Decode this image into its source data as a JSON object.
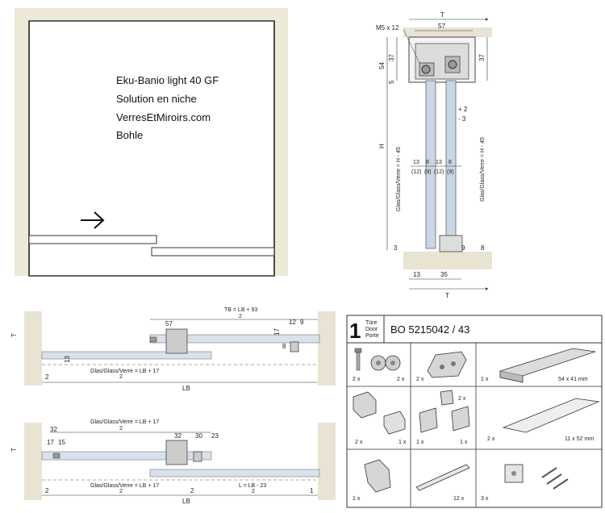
{
  "niche": {
    "lines": [
      "Eku-Banio light 40 GF",
      "Solution en niche",
      "VerresEtMiroirs.com",
      "Bohle"
    ]
  },
  "section": {
    "top_T": "T",
    "m5": "M5 x 12",
    "w57": "57",
    "d37a": "37",
    "d54": "54",
    "d5": "5",
    "d37b": "37",
    "H": "H",
    "adj_plus": "+ 2",
    "adj_minus": "- 3",
    "glass_left": "Glas/Glass/Verre = H - 45",
    "glass_right": "Glas/Glass/Verre = H - 45",
    "g13a": "13",
    "g8a": "8",
    "g13b": "13",
    "g8b": "8",
    "g12a": "(12)",
    "g9a": "(9)",
    "g12b": "(12)",
    "g9b": "(9)",
    "b3": "3",
    "b8": "8",
    "b9": "9",
    "w13": "13",
    "w35": "35",
    "bottom_T": "T"
  },
  "plan1": {
    "T": "T",
    "tb_formula": "TB = LB + 93",
    "tb_div": "2",
    "d57": "57",
    "d12": "12",
    "d9": "9",
    "d17": "17",
    "d8": "8",
    "d13": "13",
    "glass_formula": "Glas/Glass/Verre = LB + 17",
    "glass_div": "2",
    "d2": "2",
    "LB": "LB"
  },
  "plan2": {
    "T": "T",
    "glass_top": "Glas/Glass/Verre = LB + 17",
    "glass_top_div": "2",
    "d32a": "32",
    "d17": "17",
    "d15": "15",
    "d32b": "32",
    "d30": "30",
    "d23": "23",
    "glass_bottom": "Glas/Glass/Verre = LB + 17",
    "glass_bottom_div": "2",
    "L_formula": "L = LB - 23",
    "L_div": "2",
    "d2a": "2",
    "d2b": "2",
    "d1": "1",
    "LB": "LB"
  },
  "parts": {
    "door_count": "1",
    "door_words": [
      "Türe",
      "Door",
      "Porte"
    ],
    "code": "BO 5215042 / 43",
    "items": [
      {
        "qty": "2 x",
        "qty2": "2 x",
        "label": ""
      },
      {
        "qty": "2 x",
        "label": ""
      },
      {
        "qty": "1 x",
        "label": "54 x 41 mm"
      },
      {
        "qty": "2 x",
        "qty2": "1 x",
        "label": ""
      },
      {
        "qty": "1 x",
        "qty2": "2 x",
        "qty3": "1 x",
        "label": ""
      },
      {
        "qty": "2 x",
        "label": "11 x 52 mm"
      },
      {
        "qty": "1 x",
        "label": ""
      },
      {
        "qty": "12 x",
        "label": ""
      },
      {
        "qty": "3 x",
        "label": ""
      }
    ]
  }
}
